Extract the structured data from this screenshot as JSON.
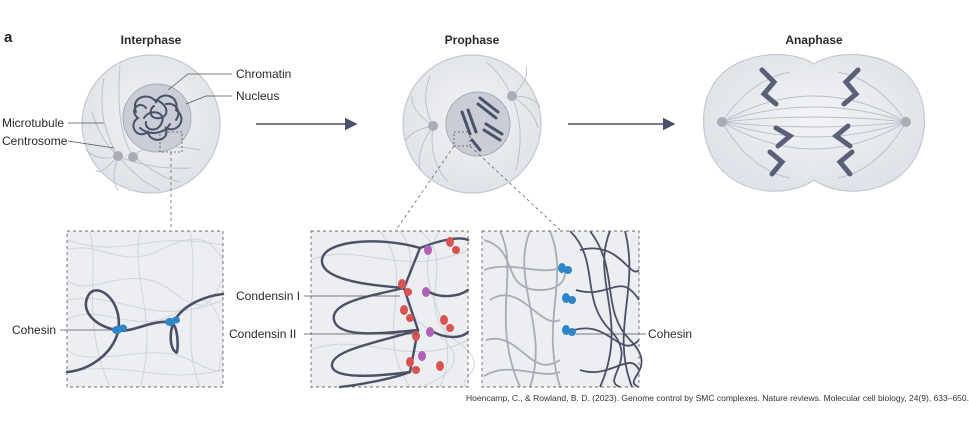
{
  "panel_letter": "a",
  "stages": {
    "interphase": "Interphase",
    "prophase": "Prophase",
    "anaphase": "Anaphase"
  },
  "labels": {
    "chromatin": "Chromatin",
    "nucleus": "Nucleus",
    "microtubule": "Microtubule",
    "centrosome": "Centrosome",
    "cohesin_left": "Cohesin",
    "condensin_1": "Condensin I",
    "condensin_2": "Condensin II",
    "cohesin_right": "Cohesin"
  },
  "citation": "Hoencamp, C., & Rowland, B. D. (2023). Genome control by SMC complexes. Nature reviews. Molecular cell biology, 24(9), 633–650.",
  "colors": {
    "cell_fill": "#eceef2",
    "chromatin": "#4a5068",
    "microtubule": "#b9bdc6",
    "cohesin": "#2f86c6",
    "condensin_1": "#d9534f",
    "condensin_2": "#b062b8",
    "arrow": "#4a5068"
  }
}
